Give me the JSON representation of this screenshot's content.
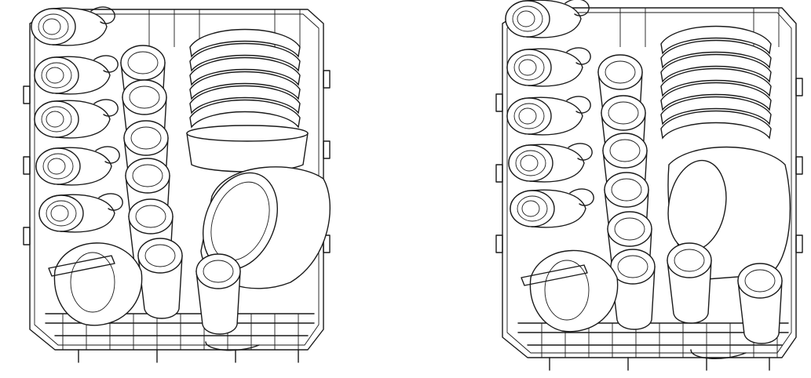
{
  "figure": {
    "description_labels": [],
    "panels": [
      {
        "id": "rack-loading-a",
        "items": [
          "cups",
          "glasses",
          "plates",
          "bowl"
        ]
      },
      {
        "id": "rack-loading-b",
        "items": [
          "cups",
          "glasses",
          "plates",
          "bowl"
        ]
      }
    ],
    "colors": {
      "line": "#1a1a1a",
      "background": "#ffffff"
    }
  }
}
